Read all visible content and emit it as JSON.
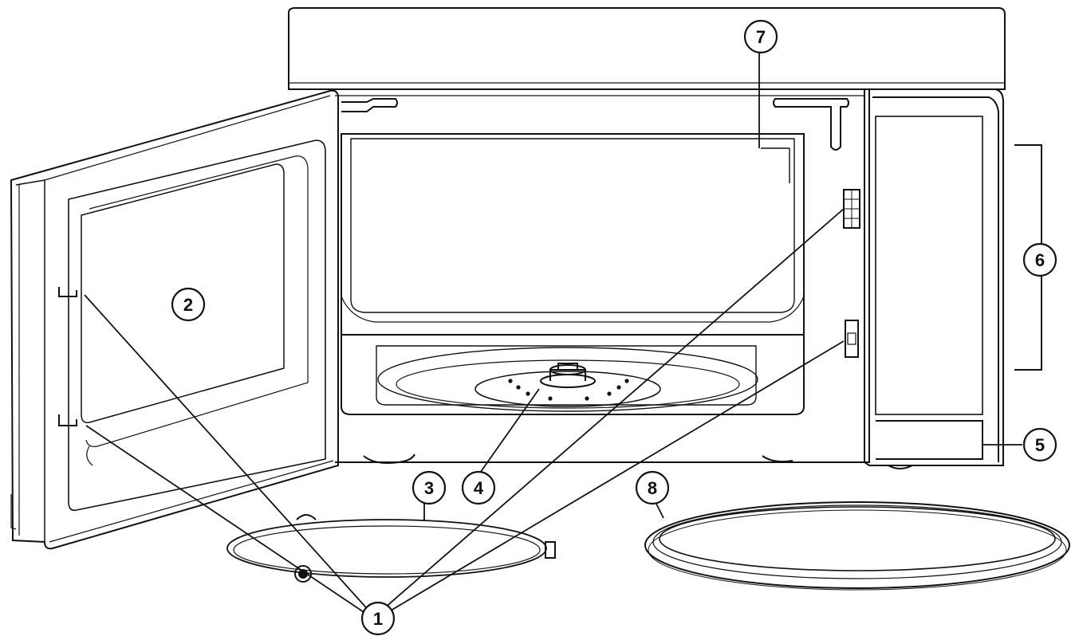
{
  "callouts": [
    {
      "id": "c1",
      "label": "1"
    },
    {
      "id": "c2",
      "label": "2"
    },
    {
      "id": "c3",
      "label": "3"
    },
    {
      "id": "c4",
      "label": "4"
    },
    {
      "id": "c5",
      "label": "5"
    },
    {
      "id": "c6",
      "label": "6"
    },
    {
      "id": "c7",
      "label": "7"
    },
    {
      "id": "c8",
      "label": "8"
    }
  ],
  "line_color": "#111111",
  "background": "#ffffff"
}
